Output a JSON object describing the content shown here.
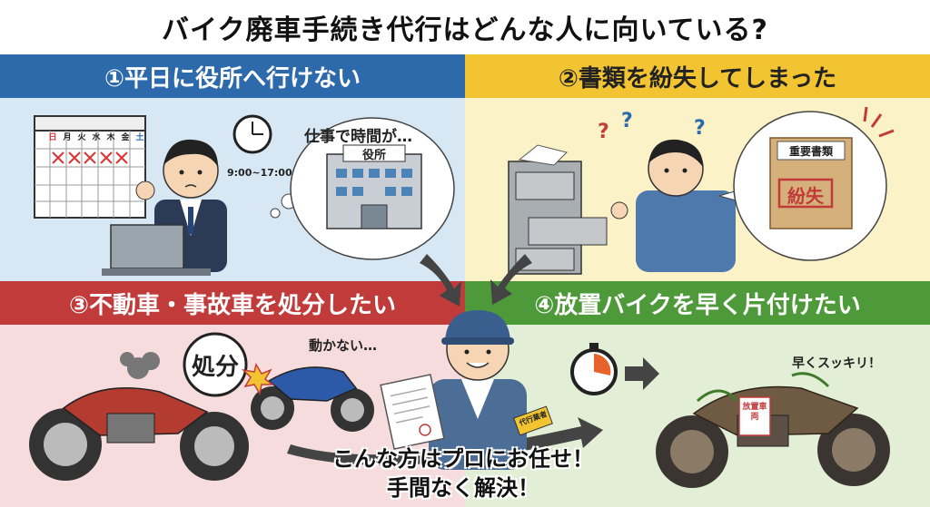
{
  "title": "バイク廃車手続き代行はどんな人に向いている?",
  "panels": {
    "p1": {
      "heading": "①平日に役所へ行けない",
      "calendar_days": [
        "日",
        "月",
        "火",
        "水",
        "木",
        "金",
        "土"
      ],
      "hours": "9:00~17:00",
      "thought": "仕事で時間が…",
      "office_sign": "役所"
    },
    "p2": {
      "heading": "②書類を紛失してしまった",
      "doc_label": "重要書類",
      "stamp": "紛失"
    },
    "p3": {
      "heading": "③不動車・事故車を処分したい",
      "badge": "処分",
      "bubble": "動かない…"
    },
    "p4": {
      "heading": "④放置バイクを早く片付けたい",
      "exclaim": "早くスッキリ！",
      "tag": "放置車両"
    }
  },
  "worker": {
    "armband": "代行業者"
  },
  "cta": {
    "line1": "こんな方はプロにお任せ！",
    "line2": "手間なく解決！"
  },
  "colors": {
    "blue": "#2c6aac",
    "yellow": "#f2c431",
    "red": "#c23b3b",
    "green": "#4e9a3a"
  }
}
